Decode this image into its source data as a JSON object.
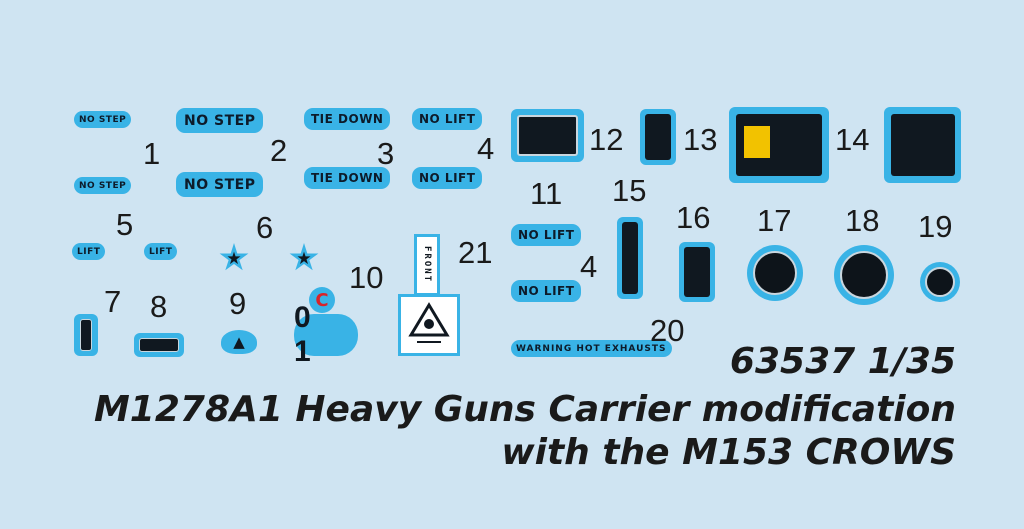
{
  "labels": {
    "no_step": "NO STEP",
    "tie_down": "TIE DOWN",
    "no_lift": "NO LIFT",
    "lift": "LIFT",
    "warning_hot_exhausts": "WARNING HOT EXHAUSTS",
    "front": "FRONT",
    "c": "C",
    "zero_one": "0 1"
  },
  "numbers": [
    "1",
    "2",
    "3",
    "4",
    "5",
    "6",
    "7",
    "8",
    "9",
    "10",
    "11",
    "12",
    "13",
    "14",
    "15",
    "16",
    "17",
    "18",
    "19",
    "20",
    "21",
    "4"
  ],
  "catalog": "63537 1/35",
  "title_line1": "M1278A1 Heavy Guns Carrier modification",
  "title_line2": "with the M153 CROWS",
  "colors": {
    "background": "#cfe4f2",
    "decal_blue": "#39b3e6",
    "dark": "#101820"
  }
}
